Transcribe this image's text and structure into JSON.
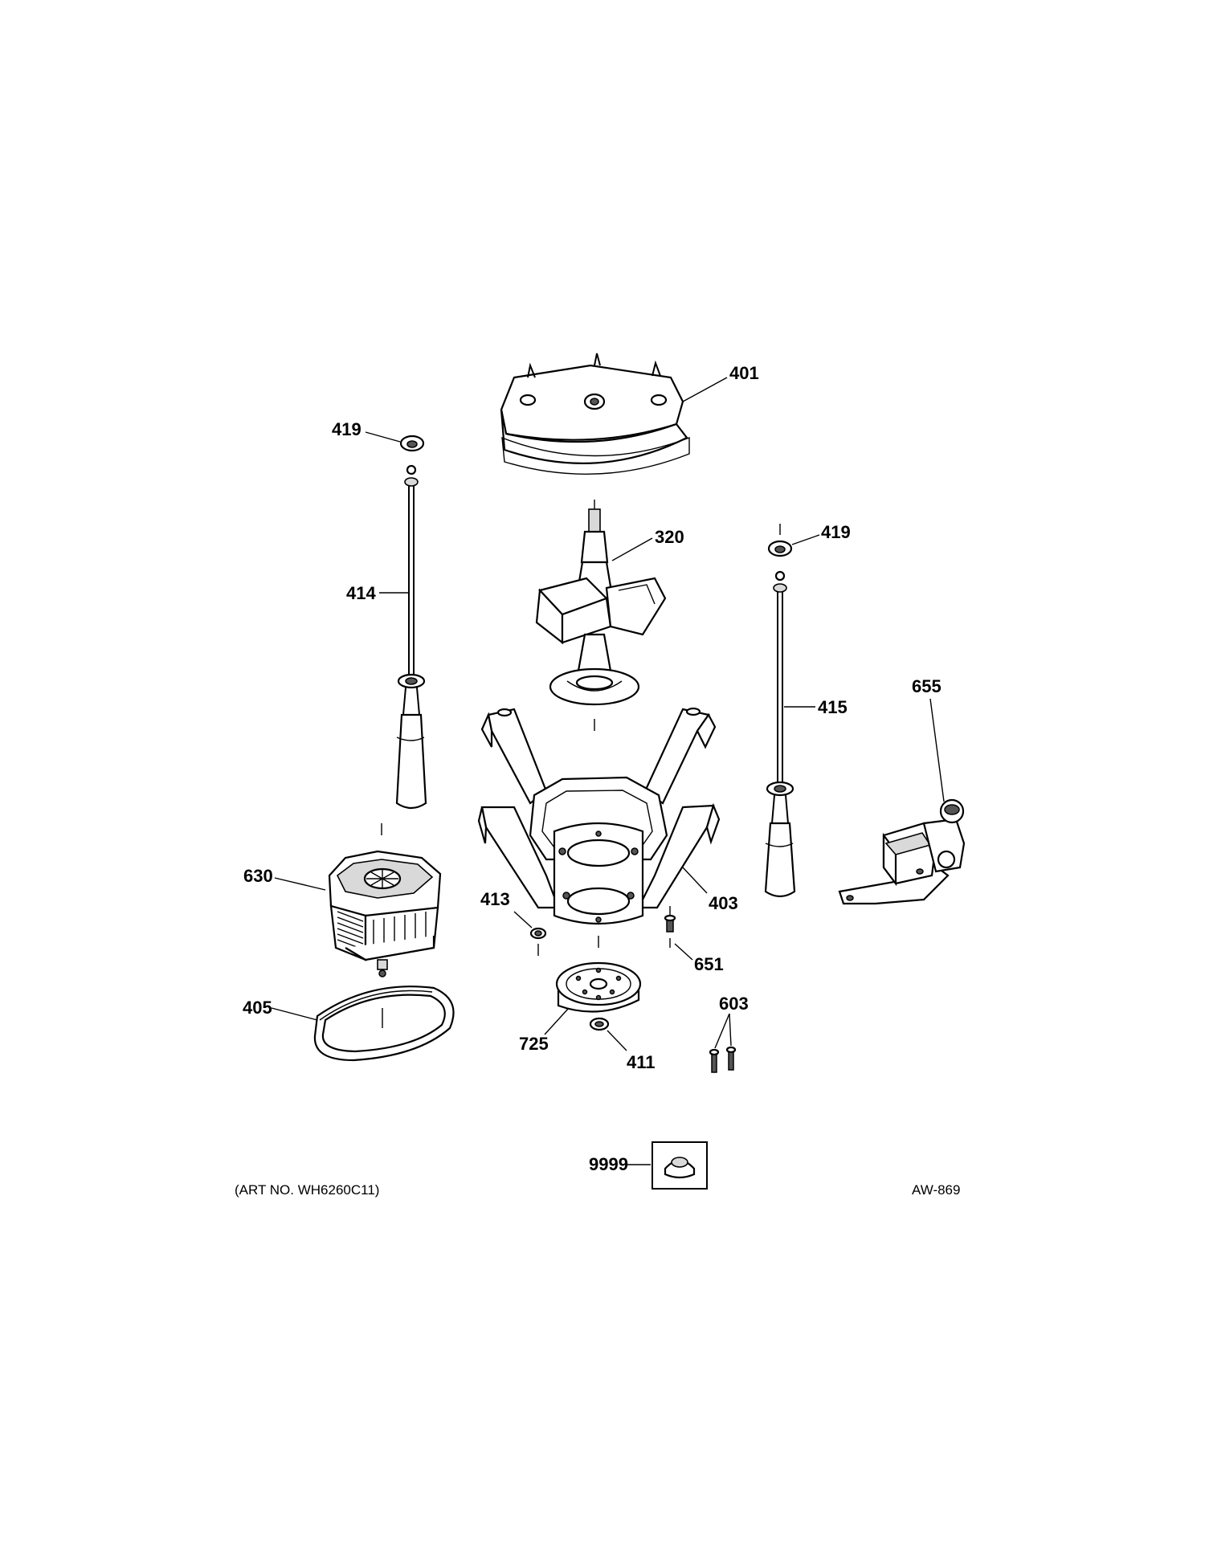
{
  "diagram": {
    "callouts": [
      {
        "id": "401",
        "label": "401"
      },
      {
        "id": "419a",
        "label": "419"
      },
      {
        "id": "419b",
        "label": "419"
      },
      {
        "id": "320",
        "label": "320"
      },
      {
        "id": "414",
        "label": "414"
      },
      {
        "id": "415",
        "label": "415"
      },
      {
        "id": "655",
        "label": "655"
      },
      {
        "id": "630",
        "label": "630"
      },
      {
        "id": "413",
        "label": "413"
      },
      {
        "id": "403",
        "label": "403"
      },
      {
        "id": "405",
        "label": "405"
      },
      {
        "id": "603",
        "label": "603"
      },
      {
        "id": "651",
        "label": "651"
      },
      {
        "id": "725",
        "label": "725"
      },
      {
        "id": "411",
        "label": "411"
      },
      {
        "id": "9999",
        "label": "9999"
      }
    ],
    "art_number": "(ART NO. WH6260C11)",
    "drawing_code": "AW-869"
  }
}
